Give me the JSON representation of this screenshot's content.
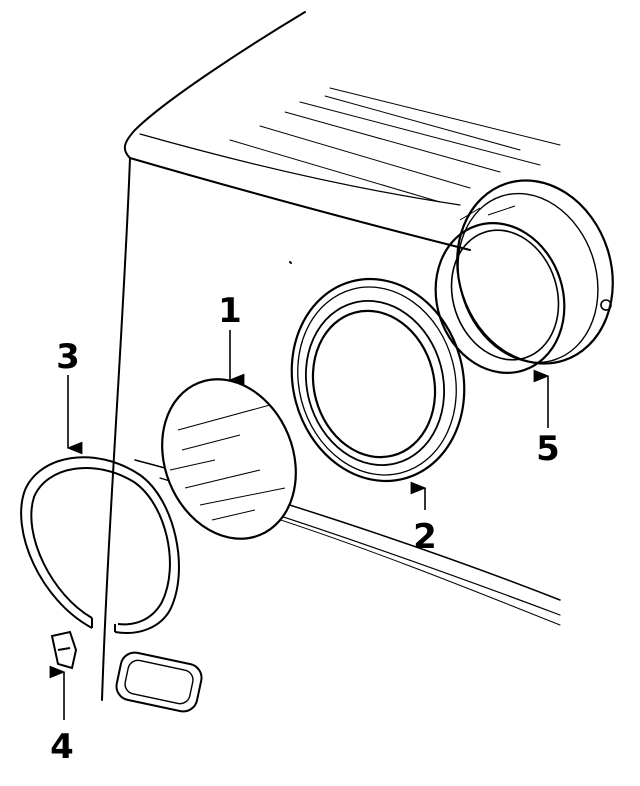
{
  "callouts": [
    {
      "id": "lens",
      "number": "1"
    },
    {
      "id": "seal",
      "number": "2"
    },
    {
      "id": "retaining-ring",
      "number": "3"
    },
    {
      "id": "clip",
      "number": "4"
    },
    {
      "id": "housing",
      "number": "5"
    }
  ]
}
